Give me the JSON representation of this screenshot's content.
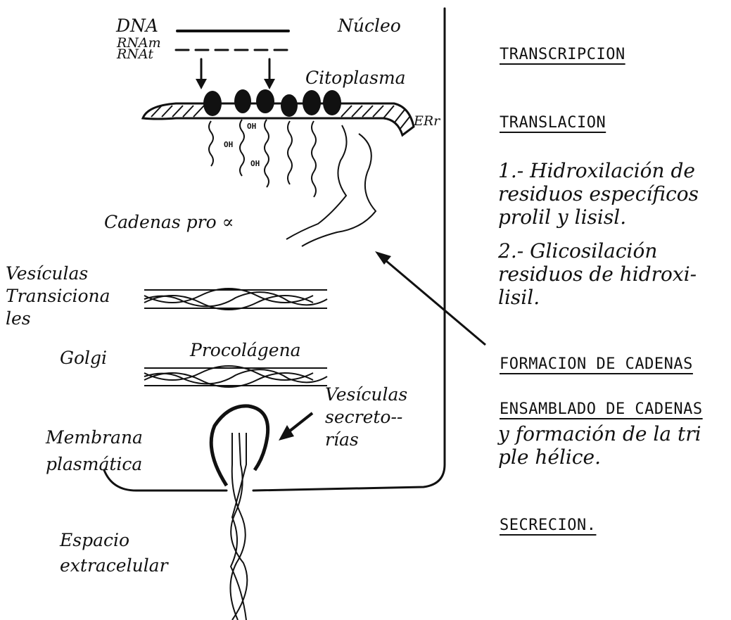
{
  "left": {
    "dna": "DNA",
    "rnam": "RNAm",
    "rnat": "RNAt",
    "nucleo": "Núcleo",
    "citoplasma": "Citoplasma",
    "err": "ERr",
    "oh": "OH",
    "cadenas": "Cadenas pro ∝",
    "vesiculas_trans": [
      "Vesículas",
      "Transiciona",
      "les"
    ],
    "golgi": "Golgi",
    "procolagena": "Procolágena",
    "vesiculas_secretorias": [
      "Vesículas",
      "secreto--",
      "rías"
    ],
    "membrana": [
      "Membrana",
      "plasmática"
    ],
    "espacio": [
      "Espacio",
      "extracelular"
    ]
  },
  "right": {
    "transcripcion": "TRANSCRIPCION",
    "translacion": "TRANSLACION",
    "step1": [
      "1.-  Hidroxilación de",
      "residuos específicos",
      "prolil y lisisl."
    ],
    "step2": [
      "2.-  Glicosilación",
      "residuos de hidroxi-",
      "lisil."
    ],
    "formacion": "FORMACION DE CADENAS",
    "ensamblado": "ENSAMBLADO DE CADENAS",
    "ensamblado_detail": [
      "y formación de la tri",
      "ple hélice."
    ],
    "secrecion": "SECRECION."
  }
}
